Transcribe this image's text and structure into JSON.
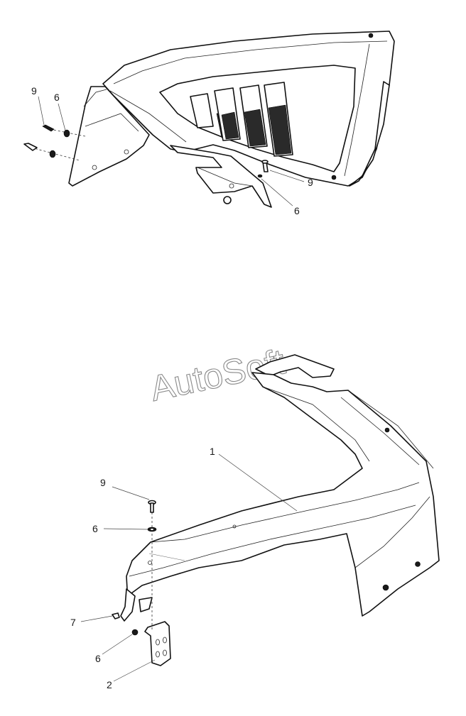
{
  "watermark": "AutoSoft",
  "top_assembly": {
    "callouts": [
      "9",
      "6",
      "9",
      "6"
    ]
  },
  "bottom_assembly": {
    "callouts": [
      "1",
      "9",
      "6",
      "7",
      "6",
      "2"
    ]
  }
}
